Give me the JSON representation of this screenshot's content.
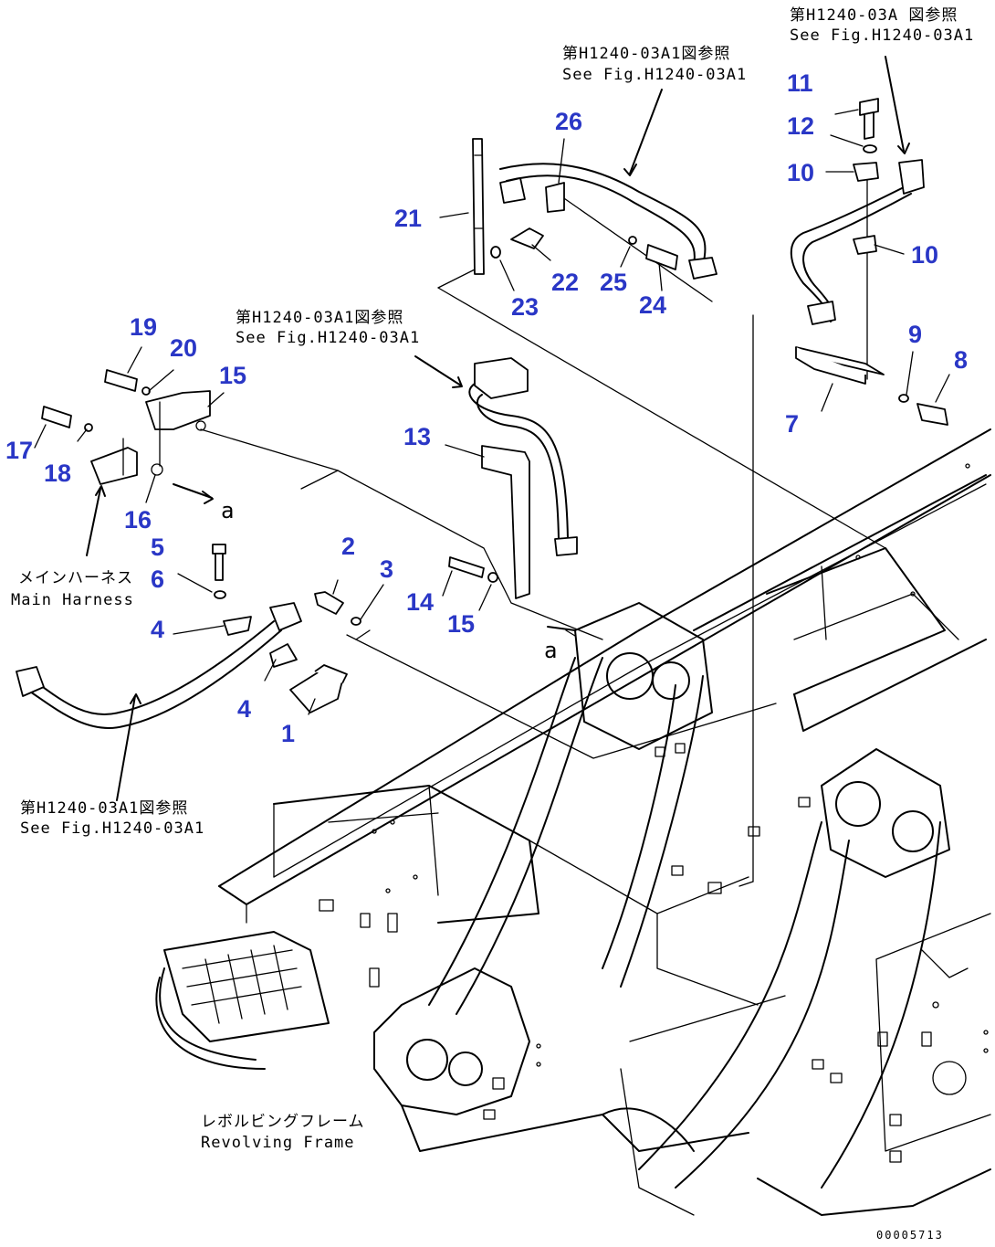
{
  "callouts": [
    {
      "id": "c1",
      "label": "1"
    },
    {
      "id": "c2",
      "label": "2"
    },
    {
      "id": "c3",
      "label": "3"
    },
    {
      "id": "c4a",
      "label": "4"
    },
    {
      "id": "c4b",
      "label": "4"
    },
    {
      "id": "c5",
      "label": "5"
    },
    {
      "id": "c6",
      "label": "6"
    },
    {
      "id": "c7",
      "label": "7"
    },
    {
      "id": "c8",
      "label": "8"
    },
    {
      "id": "c9",
      "label": "9"
    },
    {
      "id": "c10a",
      "label": "10"
    },
    {
      "id": "c10b",
      "label": "10"
    },
    {
      "id": "c11",
      "label": "11"
    },
    {
      "id": "c12",
      "label": "12"
    },
    {
      "id": "c13",
      "label": "13"
    },
    {
      "id": "c14",
      "label": "14"
    },
    {
      "id": "c15a",
      "label": "15"
    },
    {
      "id": "c15b",
      "label": "15"
    },
    {
      "id": "c16",
      "label": "16"
    },
    {
      "id": "c17",
      "label": "17"
    },
    {
      "id": "c18",
      "label": "18"
    },
    {
      "id": "c19",
      "label": "19"
    },
    {
      "id": "c20",
      "label": "20"
    },
    {
      "id": "c21",
      "label": "21"
    },
    {
      "id": "c22",
      "label": "22"
    },
    {
      "id": "c23",
      "label": "23"
    },
    {
      "id": "c24",
      "label": "24"
    },
    {
      "id": "c25",
      "label": "25"
    },
    {
      "id": "c26",
      "label": "26"
    }
  ],
  "references": {
    "top_right_jp": "第H1240-03A 図参照",
    "top_right_en": "See Fig.H1240-03A1",
    "top_center_jp": "第H1240-03A1図参照",
    "top_center_en": "See Fig.H1240-03A1",
    "middle_jp": "第H1240-03A1図参照",
    "middle_en": "See Fig.H1240-03A1",
    "bottom_left_jp": "第H1240-03A1図参照",
    "bottom_left_en": "See Fig.H1240-03A1"
  },
  "labels": {
    "main_harness_jp": "メインハーネス",
    "main_harness_en": "Main Harness",
    "revolving_frame_jp": "レボルビングフレーム",
    "revolving_frame_en": "Revolving Frame",
    "detail_a1": "a",
    "detail_a2": "a",
    "drawing_number": "00005713"
  },
  "colors": {
    "callout": "#2a37c6",
    "line": "#000000",
    "background": "#ffffff"
  }
}
